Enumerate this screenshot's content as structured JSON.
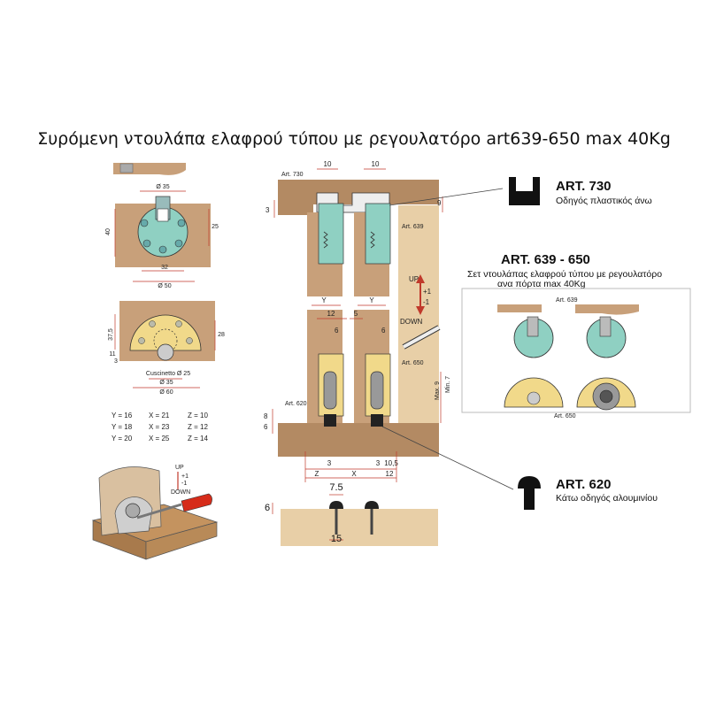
{
  "title": "Συρόμενη ντουλάπα ελαφρού τύπου με ρεγουλατόρο art639-650 max 40Kg",
  "callouts": {
    "art730": {
      "code": "ART. 730",
      "desc": "Οδηγός πλαστικός άνω"
    },
    "art639_650": {
      "code": "ART. 639  - 650",
      "desc_line1": "Σετ ντουλάπας ελαφρού τύπου με ρεγουλατόρο",
      "desc_line2": "ανα πόρτα max 40Kg"
    },
    "art620": {
      "code": "ART. 620",
      "desc": "Κάτω οδηγός αλουμινίου"
    }
  },
  "main_labels": {
    "art730": "Art. 730",
    "art639": "Art. 639",
    "art650": "Art. 650",
    "art620": "Art. 620",
    "up": "UP",
    "down": "DOWN",
    "plus1": "+1",
    "minus1": "-1",
    "max9": "Max. 9",
    "min7": "Min. 7",
    "dim10a": "10",
    "dim10b": "10",
    "dim3": "3",
    "dim9": "9",
    "dimY1": "Y",
    "dimY2": "Y",
    "dim12": "12",
    "dim5": "5",
    "dim6a": "6",
    "dim6b": "6",
    "dim8": "8",
    "dim6c": "6",
    "dim3b": "3",
    "dim3c": "3",
    "dim10_5": "10,5",
    "dimZ": "Z",
    "dimX": "X",
    "dim12b": "12",
    "dim7_5": "7.5",
    "dim6d": "6",
    "dim15": "15"
  },
  "left_labels": {
    "d35": "Ø 35",
    "d40": "40",
    "d25": "25",
    "d32": "32",
    "d50": "Ø 50",
    "d37_5": "37,5",
    "d28": "28",
    "d11": "11",
    "d3": "3",
    "cuscinetto": "Cuscinetto Ø 25",
    "d35b": "Ø 35",
    "d60": "Ø 60",
    "up": "UP",
    "plus1": "+1",
    "minus1": "-1",
    "down": "DOWN"
  },
  "table": [
    [
      "Y = 16",
      "X = 21",
      "Z = 10"
    ],
    [
      "Y = 18",
      "X = 23",
      "Z = 12"
    ],
    [
      "Y = 20",
      "X = 25",
      "Z = 14"
    ]
  ],
  "inset": {
    "label639": "Art. 639",
    "label650": "Art. 650"
  }
}
